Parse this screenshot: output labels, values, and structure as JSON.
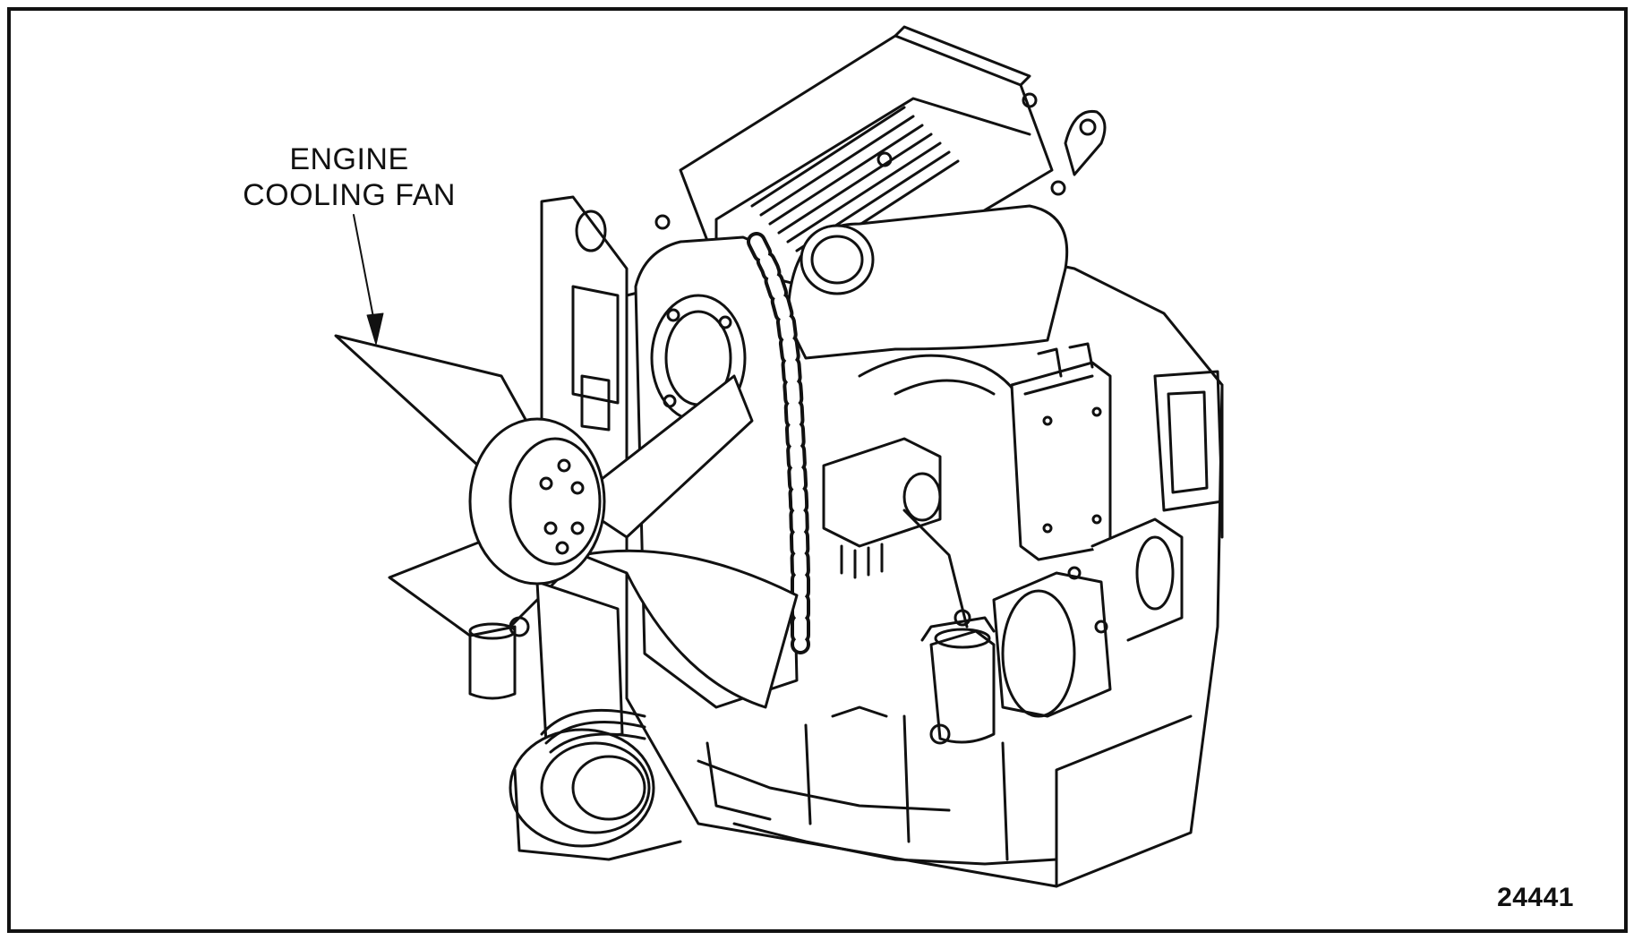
{
  "callout": {
    "line1": "ENGINE",
    "line2": "COOLING FAN"
  },
  "figure_number": "24441",
  "colors": {
    "ink": "#111111",
    "paper": "#ffffff"
  }
}
